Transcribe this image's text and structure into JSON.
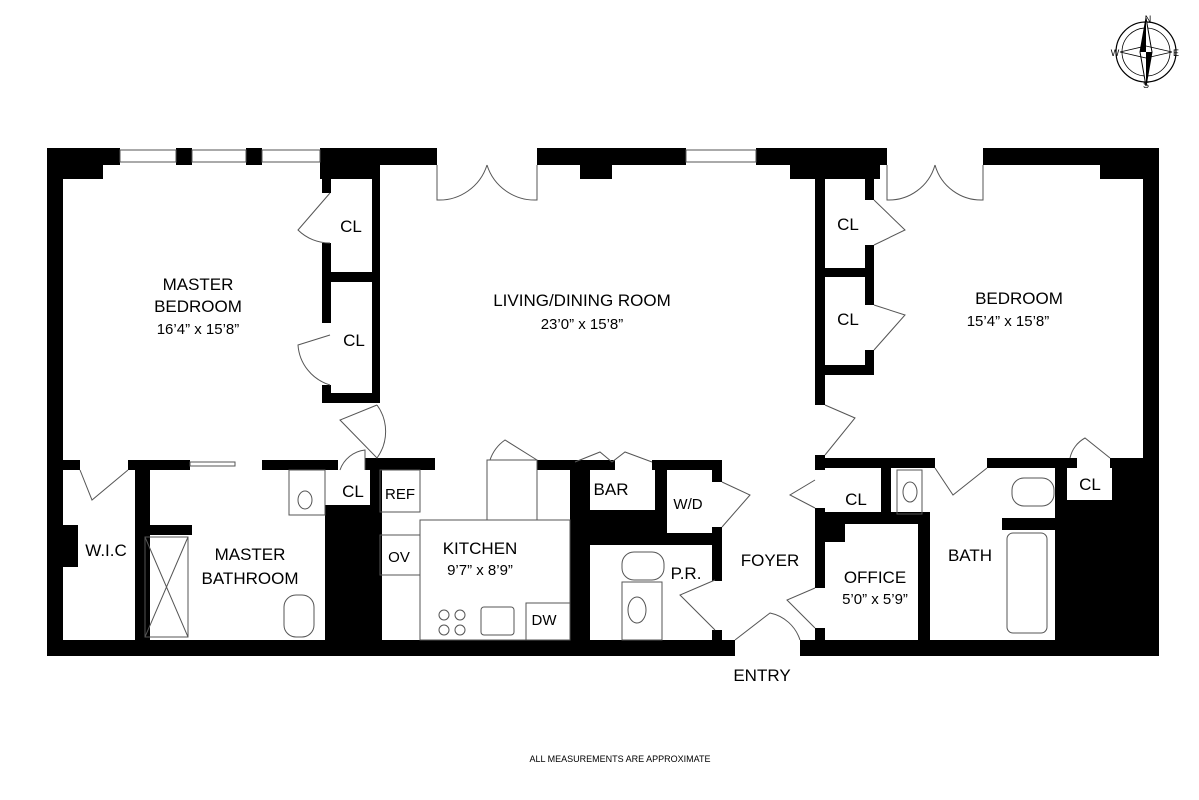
{
  "compass": {
    "north": "N",
    "south": "S",
    "east": "E",
    "west": "W"
  },
  "rooms": {
    "master_bedroom": {
      "name_line1": "MASTER",
      "name_line2": "BEDROOM",
      "dims": "16’4” x 15’8”"
    },
    "living_dining": {
      "name": "LIVING/DINING ROOM",
      "dims": "23’0” x 15’8”"
    },
    "bedroom": {
      "name": "BEDROOM",
      "dims": "15’4” x 15’8”"
    },
    "kitchen": {
      "name": "KITCHEN",
      "dims": "9’7” x 8’9”"
    },
    "office": {
      "name": "OFFICE",
      "dims": "5’0” x 5’9”"
    },
    "master_bathroom": {
      "name_line1": "MASTER",
      "name_line2": "BATHROOM"
    },
    "wic": "W.I.C",
    "bath": "BATH",
    "foyer": "FOYER",
    "powder_room": "P.R.",
    "washer_dryer": "W/D",
    "bar": "BAR",
    "ref": "REF",
    "oven": "OV",
    "dishwasher": "DW",
    "closets": [
      "CL",
      "CL",
      "CL",
      "CL",
      "CL",
      "CL",
      "CL"
    ]
  },
  "entry": "ENTRY",
  "footer": "ALL MEASUREMENTS ARE APPROXIMATE"
}
